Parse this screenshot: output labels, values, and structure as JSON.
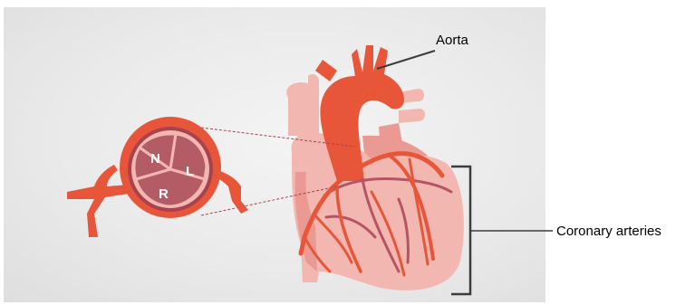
{
  "labels": {
    "aorta": "Aorta",
    "coronary_arteries": "Coronary arteries"
  },
  "valve": {
    "cusp_n": "N",
    "cusp_l": "L",
    "cusp_r": "R"
  },
  "colors": {
    "background": "#e9e9e9",
    "artery": "#e8563a",
    "heart_light": "#f2b7b0",
    "heart_mid": "#ea9a92",
    "vein": "#b65464",
    "valve_ring": "#a8424f",
    "valve_cusp": "#b45c66",
    "bracket": "#3c3c3c"
  }
}
